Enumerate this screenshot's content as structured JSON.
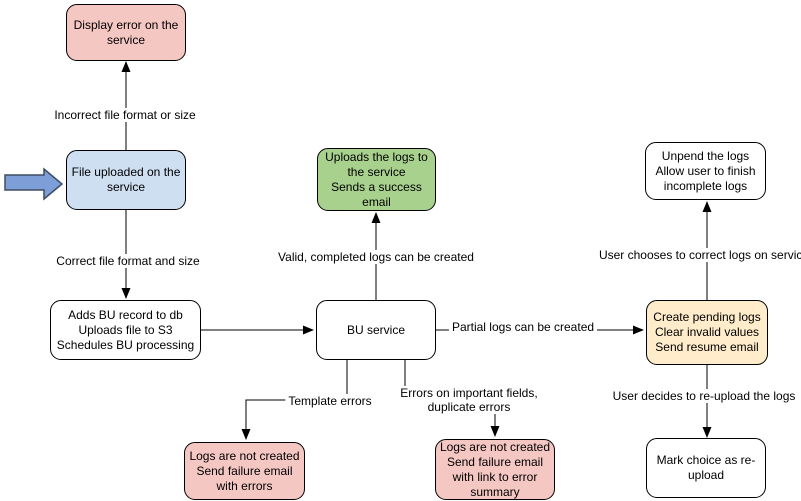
{
  "diagram": {
    "type": "flowchart",
    "background": "#ffffff",
    "colors": {
      "node_stroke": "#000000",
      "connector": "#000000",
      "error_pink": "#f4c7c3",
      "input_blue": "#cfdff2",
      "success_green": "#a9d18e",
      "pending_yellow": "#ffeccb",
      "plain_white": "#ffffff",
      "entry_arrow_fill": "#7e9ed8",
      "entry_arrow_stroke": "#3d4c61"
    },
    "nodes": {
      "display_error": {
        "label": "Display error on the\nservice",
        "fill": "#f4c7c3"
      },
      "file_uploaded": {
        "label": "File uploaded on the\nservice",
        "fill": "#cfdff2"
      },
      "adds_bu_record": {
        "label": "Adds BU record to db\nUploads file to S3\nSchedules BU processing",
        "fill": "#ffffff"
      },
      "bu_service": {
        "label": "BU service",
        "fill": "#ffffff"
      },
      "uploads_logs": {
        "label": "Uploads the logs to\nthe service\nSends a success\nemail",
        "fill": "#a9d18e"
      },
      "unpend_logs": {
        "label": "Unpend the logs\nAllow user to finish\nincomplete logs",
        "fill": "#ffffff"
      },
      "create_pending": {
        "label": "Create pending logs\nClear invalid values\nSend resume email",
        "fill": "#ffeccb"
      },
      "mark_choice": {
        "label": "Mark choice as re-\nupload",
        "fill": "#ffffff"
      },
      "logs_not_created_errors": {
        "label": "Logs are not created\nSend failure email\nwith errors",
        "fill": "#f4c7c3"
      },
      "logs_not_created_summary": {
        "label": "Logs are not created\nSend failure email\nwith link to error\nsummary",
        "fill": "#f4c7c3"
      }
    },
    "edges": [
      {
        "from": "file_uploaded",
        "to": "display_error",
        "label": "Incorrect file format or size"
      },
      {
        "from": "file_uploaded",
        "to": "adds_bu_record",
        "label": "Correct file format and size"
      },
      {
        "from": "adds_bu_record",
        "to": "bu_service",
        "label": ""
      },
      {
        "from": "bu_service",
        "to": "uploads_logs",
        "label": "Valid, completed logs can be created"
      },
      {
        "from": "bu_service",
        "to": "create_pending",
        "label": "Partial logs can be created"
      },
      {
        "from": "bu_service",
        "to": "logs_not_created_errors",
        "label": "Template errors"
      },
      {
        "from": "bu_service",
        "to": "logs_not_created_summary",
        "label": "Errors on important fields,\nduplicate errors"
      },
      {
        "from": "create_pending",
        "to": "unpend_logs",
        "label": "User chooses to correct logs on service"
      },
      {
        "from": "create_pending",
        "to": "mark_choice",
        "label": "User decides to re-upload the logs"
      }
    ],
    "entry_arrow": {
      "meaning": "entry point into flow",
      "fill": "#7e9ed8",
      "stroke": "#3d4c61"
    }
  }
}
